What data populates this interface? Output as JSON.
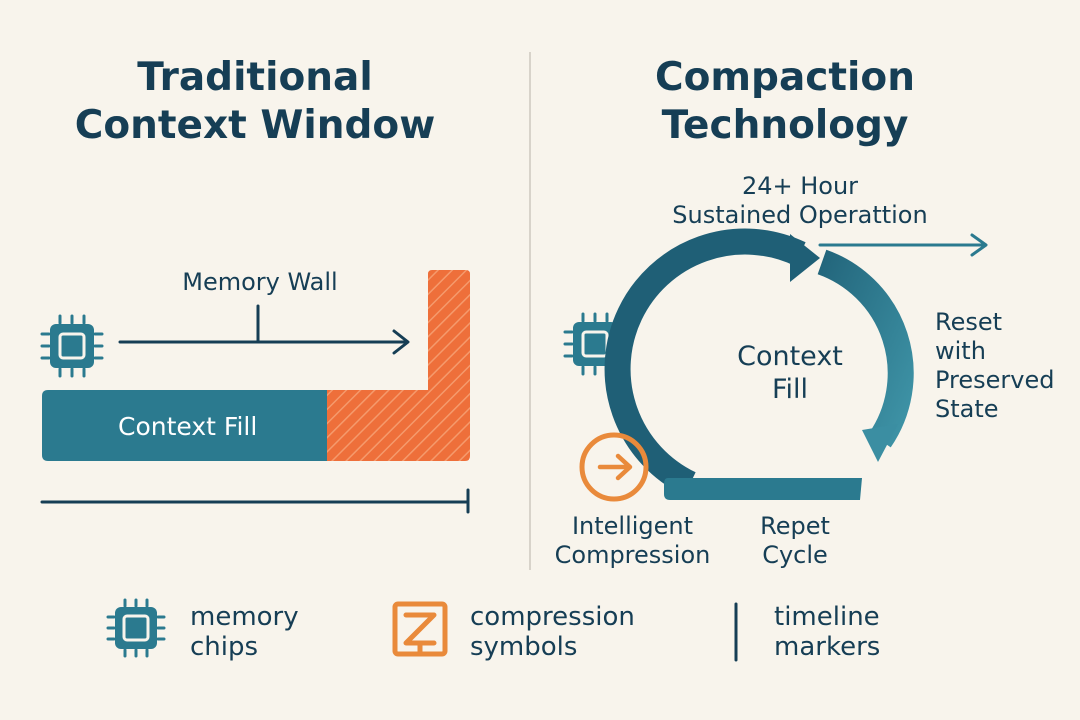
{
  "left_panel": {
    "title_line1": "Traditional",
    "title_line2": "Context Window",
    "memory_wall_label": "Memory Wall",
    "context_fill_label": "Context Fill",
    "chip_icon": "memory-chip-icon"
  },
  "right_panel": {
    "title_line1": "Compaction",
    "title_line2": "Technology",
    "sustained_line1": "24+ Hour",
    "sustained_line2": "Sustained Operattion",
    "reset_line1": "Reset",
    "reset_line2": "with",
    "reset_line3": "Preserved",
    "reset_line4": "State",
    "cycle_center_line1": "Context",
    "cycle_center_line2": "Fill",
    "compression_line1": "Intelligent",
    "compression_line2": "Compression",
    "repeat_line1": "Repet",
    "repeat_line2": "Cycle",
    "chip_icon": "memory-chip-icon",
    "compression_icon": "arrow-circle-icon"
  },
  "legend": {
    "chips_line1": "memory",
    "chips_line2": "chips",
    "compression_line1": "compression",
    "compression_line2": "symbols",
    "timeline_line1": "timeline",
    "timeline_line2": "markers"
  },
  "colors": {
    "background": "#f8f4ec",
    "navy": "#163e55",
    "teal": "#2b7a8f",
    "orange": "#ee6f3a",
    "orange_icon": "#e98a3b"
  }
}
